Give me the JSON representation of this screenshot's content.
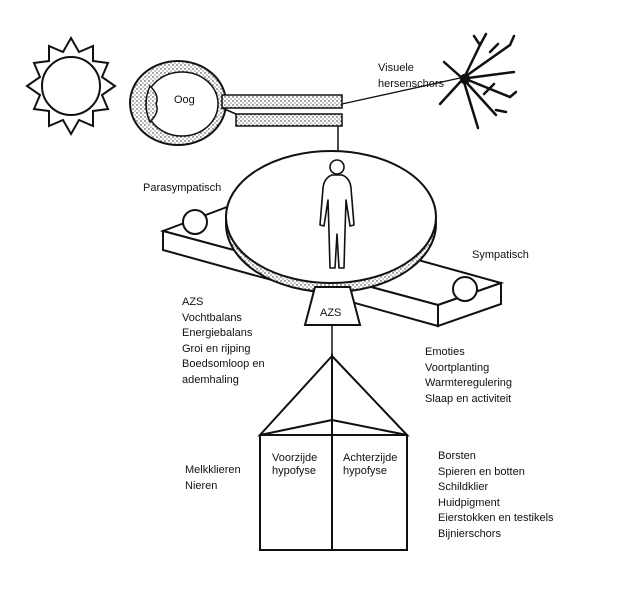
{
  "labels": {
    "eye": "Oog",
    "visual_cortex": [
      "Visuele",
      "hersenschors"
    ],
    "parasympathetic": "Parasympatisch",
    "sympathetic": "Sympatisch",
    "fulcrum": "AZS",
    "anterior_pituitary": [
      "Voorzijde",
      "hypofyse"
    ],
    "posterior_pituitary": [
      "Achterzijde",
      "hypofyse"
    ]
  },
  "left_functions": [
    "AZS",
    "Vochtbalans",
    "Energiebalans",
    "Groi en rijping",
    "Boedsomloop en",
    "ademhaling"
  ],
  "right_functions": [
    "Emoties",
    "Voortplanting",
    "Warmteregulering",
    "Slaap en activiteit"
  ],
  "anterior_targets": [
    "Melkklieren",
    "Nieren"
  ],
  "posterior_targets": [
    "Borsten",
    "Spieren en botten",
    "Schildklier",
    "Huidpigment",
    "Eierstokken en testikels",
    "Bijnierschors"
  ]
}
